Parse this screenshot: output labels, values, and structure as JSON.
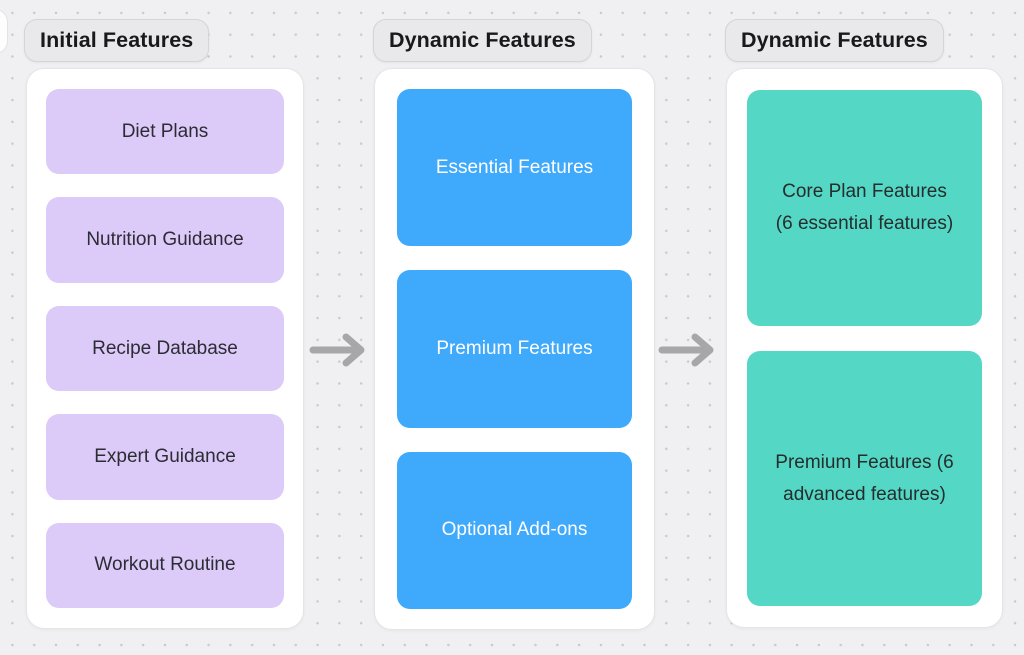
{
  "canvas": {
    "background_color": "#f0eff1",
    "dot_grid_color": "#c9c8cc",
    "arrow_color": "#a7a7aa"
  },
  "columns": [
    {
      "badge": "Initial Features",
      "accent_color": "#dccaf8",
      "items": [
        "Diet Plans",
        "Nutrition Guidance",
        "Recipe Database",
        "Expert Guidance",
        "Workout Routine"
      ]
    },
    {
      "badge": "Dynamic Features",
      "accent_color": "#3fa9fc",
      "items": [
        "Essential Features",
        "Premium Features",
        "Optional Add-ons"
      ]
    },
    {
      "badge": "Dynamic Features",
      "accent_color": "#55d7c6",
      "items": [
        "Core Plan Features (6 essential features)",
        "Premium Features (6 advanced features)"
      ]
    }
  ]
}
